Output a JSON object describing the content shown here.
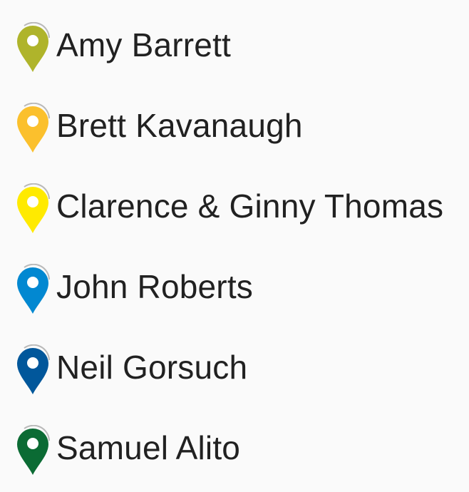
{
  "legend": {
    "items": [
      {
        "label": "Amy Barrett",
        "color": "#afb42b"
      },
      {
        "label": "Brett Kavanaugh",
        "color": "#fbc02d"
      },
      {
        "label": "Clarence & Ginny Thomas",
        "color": "#ffea00"
      },
      {
        "label": "John Roberts",
        "color": "#0288d1"
      },
      {
        "label": "Neil Gorsuch",
        "color": "#01579b"
      },
      {
        "label": "Samuel Alito",
        "color": "#0b6b34"
      }
    ],
    "icon": "map-pin-icon"
  }
}
